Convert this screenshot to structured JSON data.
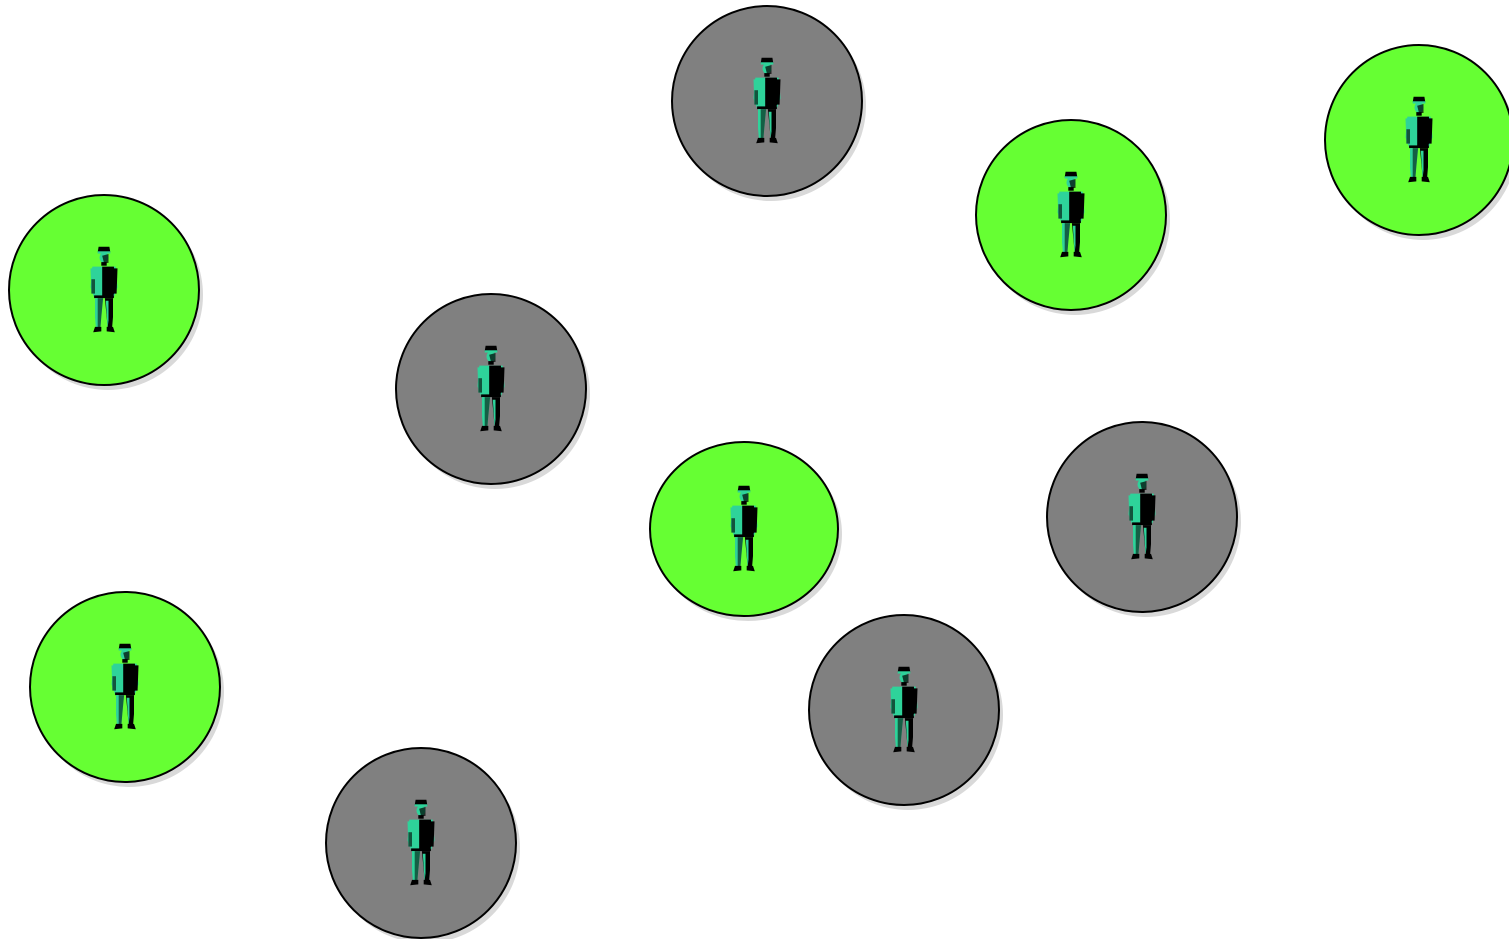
{
  "colors": {
    "active": "#66ff33",
    "inactive": "#808080",
    "outline": "#000000",
    "shadow": "#d9d9d9",
    "soldier_body": "#2ed39a",
    "soldier_dark": "#000000"
  },
  "nodes": [
    {
      "id": "node-1",
      "state": "active",
      "icon": "soldier-icon"
    },
    {
      "id": "node-2",
      "state": "inactive",
      "icon": "soldier-icon"
    },
    {
      "id": "node-3",
      "state": "active",
      "icon": "soldier-icon"
    },
    {
      "id": "node-4",
      "state": "active",
      "icon": "soldier-icon"
    },
    {
      "id": "node-5",
      "state": "inactive",
      "icon": "soldier-icon"
    },
    {
      "id": "node-6",
      "state": "active",
      "icon": "soldier-icon"
    },
    {
      "id": "node-7",
      "state": "inactive",
      "icon": "soldier-icon"
    },
    {
      "id": "node-8",
      "state": "active",
      "icon": "soldier-icon"
    },
    {
      "id": "node-9",
      "state": "inactive",
      "icon": "soldier-icon"
    },
    {
      "id": "node-10",
      "state": "inactive",
      "icon": "soldier-icon"
    }
  ]
}
